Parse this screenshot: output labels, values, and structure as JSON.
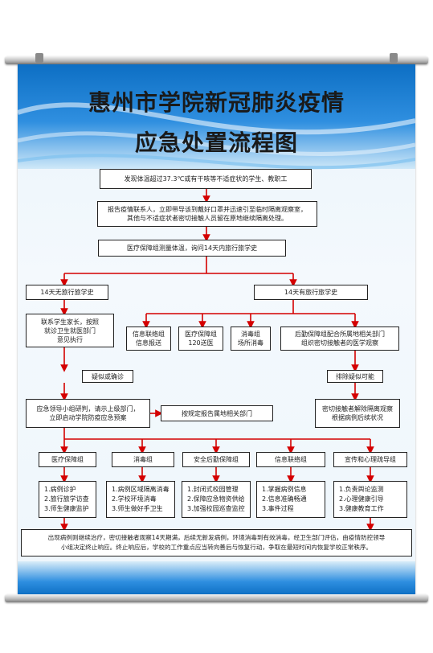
{
  "title": {
    "line1": "惠州市学院新冠肺炎疫情",
    "line2": "应急处置流程图"
  },
  "flow": {
    "step1": "发现体温超过37.3℃或有干咳等不适症状的学生、教职工",
    "step2_a": "报告疫情联系人，立即带导该到戴好口罩并迅速引至临时隔离观察室，",
    "step2_b": "其他与不适症状者密切接触人员留在原地继续隔离处理。",
    "step3": "医疗保障组测量体温，询问14天内旅行旅学史",
    "branch_left": "14天无旅行旅学史",
    "branch_right": "14天有旅行旅学史",
    "left_detail_a": "联系学生家长，按照",
    "left_detail_b": "就诊卫生就医部门",
    "left_detail_c": "意见执行",
    "right_sub": [
      {
        "a": "信息联络组",
        "b": "信息报送"
      },
      {
        "a": "医疗保障组",
        "b": "120送医"
      },
      {
        "a": "消毒组",
        "b": "场所消毒"
      },
      {
        "a": "后勤保障组配合所属地相关部门",
        "b": "组织密切接触者的医学观察"
      }
    ],
    "left_suspect": "疑似或确诊",
    "right_exclude": "排除疑似可能",
    "left_report_a": "应急领导小组研判，请示上级部门，",
    "left_report_b": "立即启动学院防疫应急预案",
    "middle_report": "按规定报告属地相关部门",
    "right_close_a": "密切接触者解除隔离观察",
    "right_close_b": "根据病例后续状况"
  },
  "groups": [
    {
      "name": "医疗保障组",
      "items": [
        "1.病例诊护",
        "2.旅行旅学访查",
        "3.师生健康监护"
      ]
    },
    {
      "name": "消毒组",
      "items": [
        "1.病例区域隔离消毒",
        "2.学校环境消毒",
        "3.师生做好手卫生"
      ]
    },
    {
      "name": "安全后勤保障组",
      "items": [
        "1.封闭式校园管理",
        "2.保障应急物资供给",
        "3.加强校园巡查监控"
      ]
    },
    {
      "name": "信息联络组",
      "items": [
        "1.掌握病例信息",
        "2.信息准确畅通",
        "3.事件过程"
      ]
    },
    {
      "name": "宣传和心理疏导组",
      "items": [
        "1.负责舆论监测",
        "2.心理健康引导",
        "3.健康教育工作"
      ]
    }
  ],
  "final": {
    "line1": "出现病例则继续治疗，密切接触者观察14天期满，后续无新发病例，环境消毒到有效消毒，经卫生部门评估，由疫情防控领导",
    "line2": "小组决定终止响应。终止响应后，学校的工作重点应当转向善后与恢复行动，争取在最短时间内恢复学校正常秩序。"
  },
  "colors": {
    "header": "#0d6fc4",
    "arrow": "#d40000",
    "border": "#222222"
  }
}
